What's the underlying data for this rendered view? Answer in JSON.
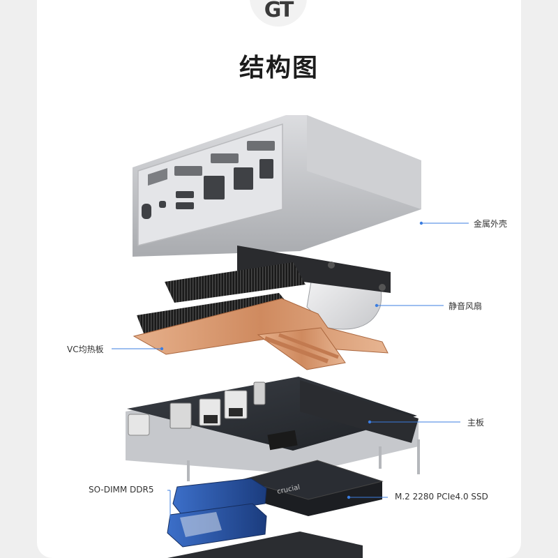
{
  "logo": {
    "text": "GT"
  },
  "title": "结构图",
  "callouts": {
    "shell": "金属外壳",
    "fan": "静音风扇",
    "vc": "VC均热板",
    "board": "主板",
    "ram": "SO-DIMM DDR5",
    "ssd": "M.2 2280 PCIe4.0 SSD"
  },
  "ssd_brand": "crucial",
  "colors": {
    "callout_line": "#3b7de0",
    "copper": "#d79b72",
    "shell": "#d8d9dc",
    "board": "#2b2e33"
  }
}
